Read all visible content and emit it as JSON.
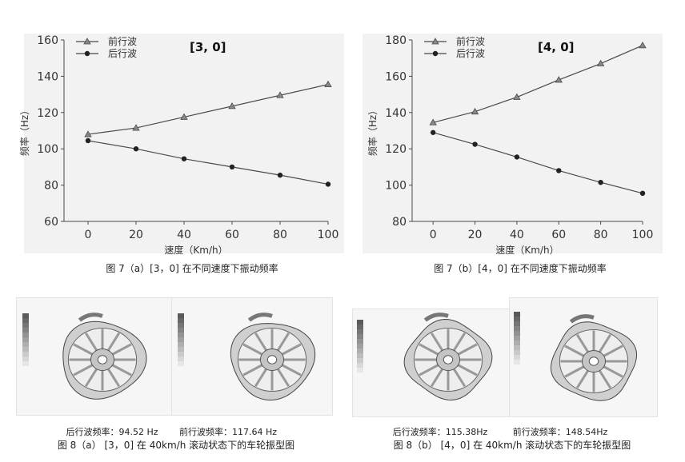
{
  "chart_data": [
    {
      "type": "line",
      "tag": "[3, 0]",
      "x": [
        0,
        20,
        40,
        60,
        80,
        100
      ],
      "series": [
        {
          "name": "前行波",
          "values": [
            108,
            111.5,
            117.5,
            123.5,
            129.5,
            135.5
          ],
          "marker": "triangle"
        },
        {
          "name": "后行波",
          "values": [
            104.5,
            100,
            94.5,
            90,
            85.5,
            80.5
          ],
          "marker": "circle"
        }
      ],
      "xlabel": "速度（Km/h）",
      "ylabel": "频率（Hz）",
      "xlim": [
        -10,
        100
      ],
      "ylim": [
        60,
        160
      ],
      "yticks": [
        60,
        80,
        100,
        120,
        140,
        160
      ],
      "xticks": [
        0,
        20,
        40,
        60,
        80,
        100
      ],
      "legend_position": "top-left",
      "grid": false
    },
    {
      "type": "line",
      "tag": "[4, 0]",
      "x": [
        0,
        20,
        40,
        60,
        80,
        100
      ],
      "series": [
        {
          "name": "前行波",
          "values": [
            134.5,
            140.5,
            148.5,
            158,
            167,
            177
          ],
          "marker": "triangle"
        },
        {
          "name": "后行波",
          "values": [
            129,
            122.5,
            115.5,
            108,
            101.5,
            95.5
          ],
          "marker": "circle"
        }
      ],
      "xlabel": "速度（Km/h）",
      "ylabel": "频率（Hz）",
      "xlim": [
        -10,
        100
      ],
      "ylim": [
        80,
        180
      ],
      "yticks": [
        80,
        100,
        120,
        140,
        160,
        180
      ],
      "xticks": [
        0,
        20,
        40,
        60,
        80,
        100
      ],
      "legend_position": "top-left",
      "grid": false
    }
  ],
  "captions": {
    "fig7a": "图 7（a）[3，0] 在不同速度下振动频率",
    "fig7b": "图 7（b）[4，0] 在不同速度下振动频率",
    "fig8a": "图 8（a） [3，0] 在 40km/h 滚动状态下的车轮振型图",
    "fig8b": "图 8（b） [4，0] 在 40km/h 滚动状态下的车轮振型图"
  },
  "mode_labels": {
    "a_left": "后行波频率：94.52 Hz",
    "a_right": "前行波频率：117.64 Hz",
    "b_left": "后行波频率：115.38Hz",
    "b_right": "前行波频率：148.54Hz"
  },
  "colors": {
    "line": "#4a4a4a",
    "panel_bg": "#f2f2f2",
    "mesh_light": "#d8d8d8",
    "mesh_dark": "#555555"
  }
}
